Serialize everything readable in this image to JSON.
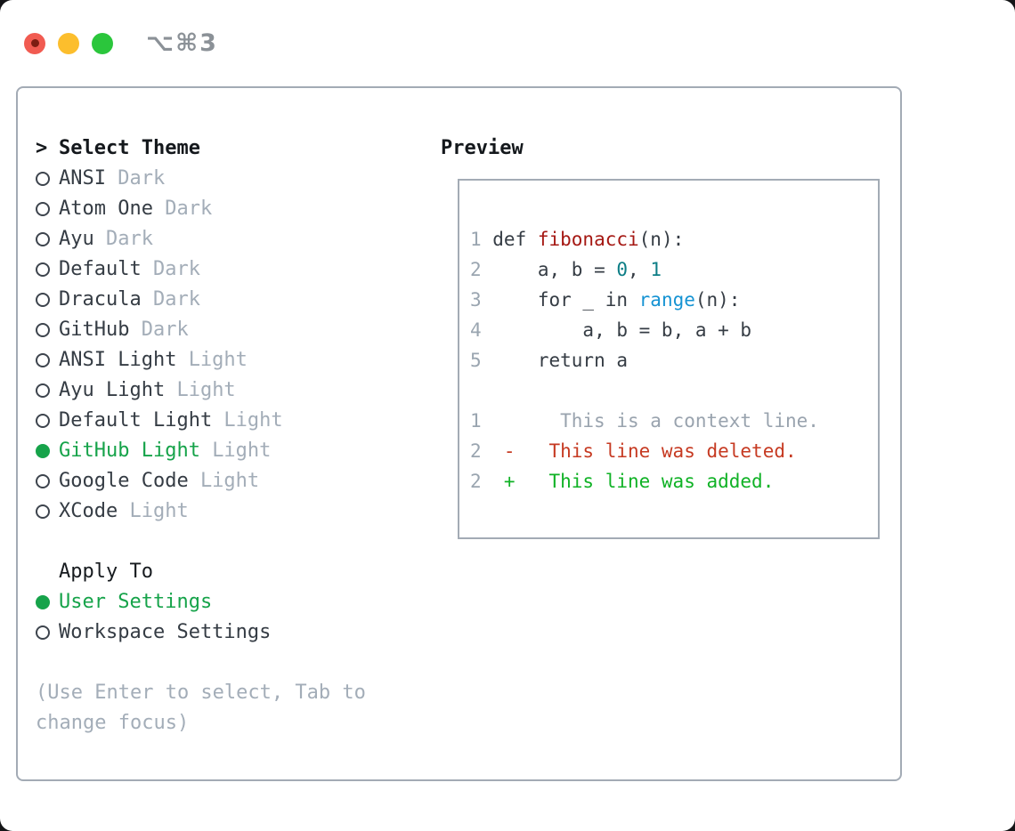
{
  "window": {
    "title": "⌥⌘3"
  },
  "theme_picker": {
    "header": {
      "marker": ">",
      "label": "Select Theme"
    },
    "themes": [
      {
        "name": "ANSI",
        "variant": "Dark",
        "selected": false
      },
      {
        "name": "Atom One",
        "variant": "Dark",
        "selected": false
      },
      {
        "name": "Ayu",
        "variant": "Dark",
        "selected": false
      },
      {
        "name": "Default",
        "variant": "Dark",
        "selected": false
      },
      {
        "name": "Dracula",
        "variant": "Dark",
        "selected": false
      },
      {
        "name": "GitHub",
        "variant": "Dark",
        "selected": false
      },
      {
        "name": "ANSI Light",
        "variant": "Light",
        "selected": false
      },
      {
        "name": "Ayu Light",
        "variant": "Light",
        "selected": false
      },
      {
        "name": "Default Light",
        "variant": "Light",
        "selected": false
      },
      {
        "name": "GitHub Light",
        "variant": "Light",
        "selected": true
      },
      {
        "name": "Google Code",
        "variant": "Light",
        "selected": false
      },
      {
        "name": "XCode",
        "variant": "Light",
        "selected": false
      }
    ],
    "apply_to": {
      "label": "Apply To",
      "options": [
        {
          "label": "User Settings",
          "selected": true
        },
        {
          "label": "Workspace Settings",
          "selected": false
        }
      ]
    },
    "hint": "(Use Enter to select, Tab to change focus)"
  },
  "preview": {
    "label": "Preview",
    "code_lines": [
      {
        "num": "1",
        "tokens": [
          {
            "text": "def ",
            "style": "plain"
          },
          {
            "text": "fibonacci",
            "style": "func"
          },
          {
            "text": "(n):",
            "style": "plain"
          }
        ]
      },
      {
        "num": "2",
        "tokens": [
          {
            "text": "    a, b = ",
            "style": "plain"
          },
          {
            "text": "0",
            "style": "number"
          },
          {
            "text": ", ",
            "style": "plain"
          },
          {
            "text": "1",
            "style": "number"
          }
        ]
      },
      {
        "num": "3",
        "tokens": [
          {
            "text": "    for _ in ",
            "style": "plain"
          },
          {
            "text": "range",
            "style": "builtin"
          },
          {
            "text": "(n):",
            "style": "plain"
          }
        ]
      },
      {
        "num": "4",
        "tokens": [
          {
            "text": "        a, b = b, a + b",
            "style": "plain"
          }
        ]
      },
      {
        "num": "5",
        "tokens": [
          {
            "text": "    return a",
            "style": "plain"
          }
        ]
      }
    ],
    "diff_lines": [
      {
        "num": "1",
        "marker": "",
        "text": "This is a context line.",
        "kind": "context"
      },
      {
        "num": "2",
        "marker": "-",
        "text": "This line was deleted.",
        "kind": "deleted"
      },
      {
        "num": "2",
        "marker": "+",
        "text": "This line was added.",
        "kind": "added"
      }
    ]
  },
  "colors": {
    "accent_green": "#16a34a",
    "added_green": "#10b226",
    "deleted_red": "#c63a22",
    "function_red": "#a51813",
    "number_teal": "#0d7e86",
    "builtin_blue": "#1593d3",
    "muted_gray": "#a3adb8",
    "text_dark": "#353c44",
    "border_gray": "#a3abb5",
    "traffic_red": "#f15b51",
    "traffic_yellow": "#fcbe2d",
    "traffic_green": "#2bc63c"
  }
}
